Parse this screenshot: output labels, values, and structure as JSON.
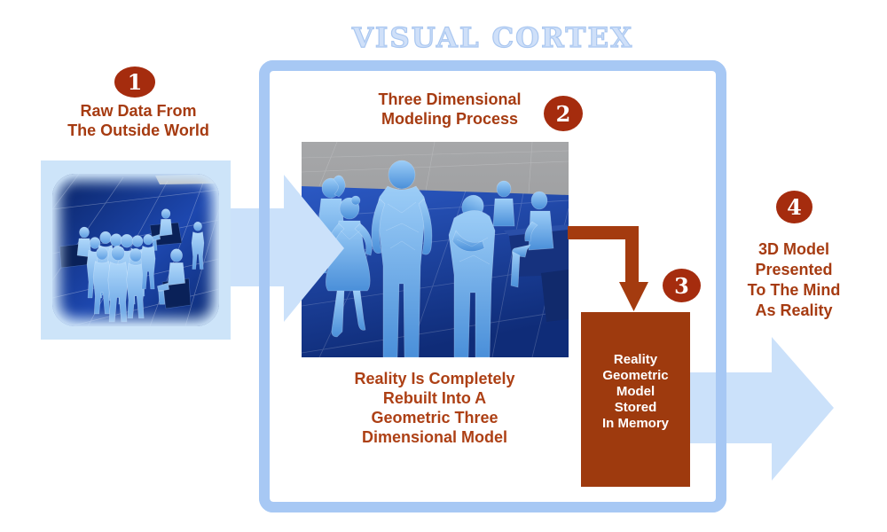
{
  "title": "VISUAL CORTEX",
  "steps": [
    {
      "number": "1",
      "lines": [
        "Raw Data From",
        "The Outside World"
      ]
    },
    {
      "number": "2",
      "lines": [
        "Three Dimensional",
        "Modeling Process"
      ],
      "caption_lines": [
        "Reality Is Completely",
        "Rebuilt Into A",
        "Geometric Three",
        "Dimensional Model"
      ]
    },
    {
      "number": "3",
      "box_lines": [
        "Reality",
        "Geometric",
        "Model",
        "Stored",
        "In Memory"
      ]
    },
    {
      "number": "4",
      "lines": [
        "3D Model",
        "Presented",
        "To The Mind",
        "As Reality"
      ]
    }
  ],
  "icons": {
    "left_image": "wireframe-people-scene-thumbnail",
    "center_image": "wireframe-people-scene-render",
    "arrow_1": "right-flow-arrow",
    "arrow_2": "elbow-down-arrow",
    "arrow_3": "right-flow-arrow"
  },
  "colors": {
    "step_badge": "#a52c0e",
    "label_text": "#a63b11",
    "caption_text": "#ad4015",
    "memory_box_bg": "#9e3a0e",
    "memory_box_text": "#ffffff",
    "flow_arrow": "#cbe1fa",
    "cortex_border": "#a7c8f4",
    "title_text": "#cfe0f9",
    "panel_bg": "#cde4f9"
  }
}
